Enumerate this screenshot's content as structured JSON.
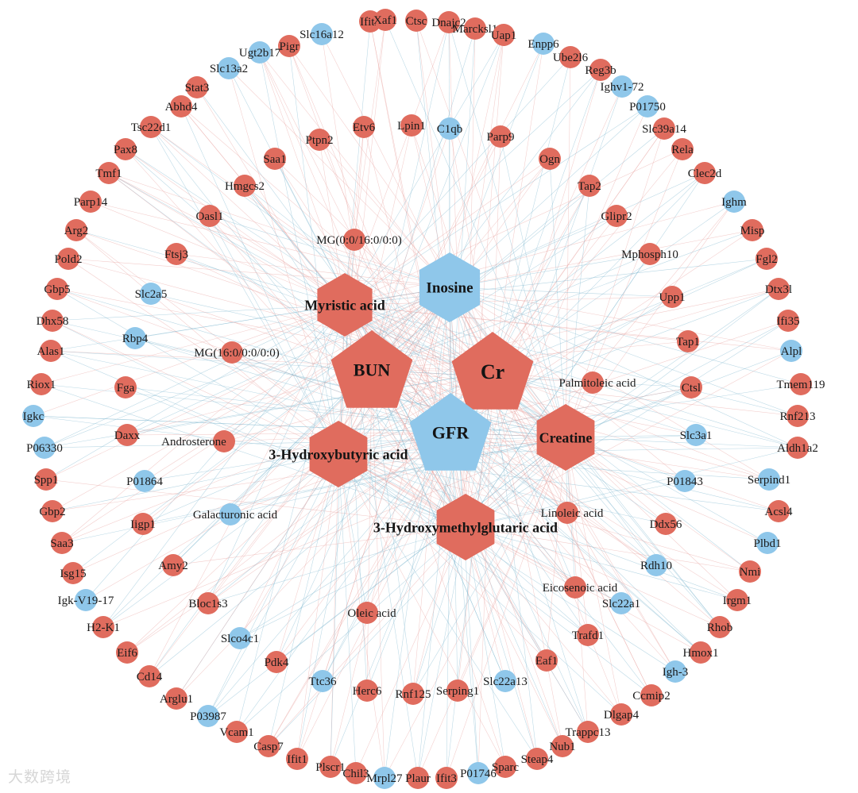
{
  "colors": {
    "red": "#e06c5e",
    "blue": "#8fc7ea",
    "edge_red": "#e8a3a0",
    "edge_blue": "#7fb7cf"
  },
  "watermark": "大数跨境",
  "hubs": [
    {
      "id": "inosine",
      "label": "Inosine",
      "shape": "hexagon",
      "color": "blue"
    },
    {
      "id": "myristic",
      "label": "Myristic acid",
      "shape": "hexagon",
      "color": "red"
    },
    {
      "id": "bun",
      "label": "BUN",
      "shape": "pentagon",
      "color": "red"
    },
    {
      "id": "cr",
      "label": "Cr",
      "shape": "pentagon",
      "color": "red"
    },
    {
      "id": "gfr",
      "label": "GFR",
      "shape": "pentagon",
      "color": "blue"
    },
    {
      "id": "creatine",
      "label": "Creatine",
      "shape": "hexagon",
      "color": "red"
    },
    {
      "id": "hbut",
      "label": "3-Hydroxybutyric acid",
      "shape": "hexagon",
      "color": "red"
    },
    {
      "id": "hmg",
      "label": "3-Hydroxymethylglutaric acid",
      "shape": "hexagon",
      "color": "red"
    }
  ],
  "nodes": [
    {
      "label": "Ifit2",
      "color": "red"
    },
    {
      "label": "Xaf1",
      "color": "red"
    },
    {
      "label": "Ctsc",
      "color": "red"
    },
    {
      "label": "Dnajc2",
      "color": "red"
    },
    {
      "label": "Marcksl1",
      "color": "red"
    },
    {
      "label": "Uap1",
      "color": "red"
    },
    {
      "label": "Slc16a12",
      "color": "blue"
    },
    {
      "label": "Pigr",
      "color": "red"
    },
    {
      "label": "Ugt2b17",
      "color": "blue"
    },
    {
      "label": "Enpp6",
      "color": "blue"
    },
    {
      "label": "Ube2l6",
      "color": "red"
    },
    {
      "label": "Slc13a2",
      "color": "blue"
    },
    {
      "label": "Reg3b",
      "color": "red"
    },
    {
      "label": "Ighv1-72",
      "color": "blue"
    },
    {
      "label": "Stat3",
      "color": "red"
    },
    {
      "label": "Abhd4",
      "color": "red"
    },
    {
      "label": "P01750",
      "color": "blue"
    },
    {
      "label": "Tsc22d1",
      "color": "red"
    },
    {
      "label": "Slc39a14",
      "color": "red"
    },
    {
      "label": "Pax8",
      "color": "red"
    },
    {
      "label": "Rela",
      "color": "red"
    },
    {
      "label": "Tmf1",
      "color": "red"
    },
    {
      "label": "Clec2d",
      "color": "red"
    },
    {
      "label": "Parp14",
      "color": "red"
    },
    {
      "label": "Ighm",
      "color": "blue"
    },
    {
      "label": "Arg2",
      "color": "red"
    },
    {
      "label": "Misp",
      "color": "red"
    },
    {
      "label": "Pold2",
      "color": "red"
    },
    {
      "label": "Fgl2",
      "color": "red"
    },
    {
      "label": "Gbp5",
      "color": "red"
    },
    {
      "label": "Dtx3l",
      "color": "red"
    },
    {
      "label": "Dhx58",
      "color": "red"
    },
    {
      "label": "Ifi35",
      "color": "red"
    },
    {
      "label": "Alas1",
      "color": "red"
    },
    {
      "label": "Alpl",
      "color": "blue"
    },
    {
      "label": "Riox1",
      "color": "red"
    },
    {
      "label": "Tmem119",
      "color": "red"
    },
    {
      "label": "Igkc",
      "color": "blue"
    },
    {
      "label": "Rnf213",
      "color": "red"
    },
    {
      "label": "P06330",
      "color": "blue"
    },
    {
      "label": "Aldh1a2",
      "color": "red"
    },
    {
      "label": "Spp1",
      "color": "red"
    },
    {
      "label": "Serpind1",
      "color": "blue"
    },
    {
      "label": "Gbp2",
      "color": "red"
    },
    {
      "label": "Acsl4",
      "color": "red"
    },
    {
      "label": "Saa3",
      "color": "red"
    },
    {
      "label": "Plbd1",
      "color": "blue"
    },
    {
      "label": "Isg15",
      "color": "red"
    },
    {
      "label": "Nmi",
      "color": "red"
    },
    {
      "label": "Igk-V19-17",
      "color": "blue"
    },
    {
      "label": "Irgm1",
      "color": "red"
    },
    {
      "label": "H2-K1",
      "color": "red"
    },
    {
      "label": "Rhob",
      "color": "red"
    },
    {
      "label": "Eif6",
      "color": "red"
    },
    {
      "label": "Hmox1",
      "color": "red"
    },
    {
      "label": "Cd14",
      "color": "red"
    },
    {
      "label": "Igh-3",
      "color": "blue"
    },
    {
      "label": "Arglu1",
      "color": "red"
    },
    {
      "label": "Ccmip2",
      "color": "red"
    },
    {
      "label": "P03987",
      "color": "blue"
    },
    {
      "label": "Dlgap4",
      "color": "red"
    },
    {
      "label": "Vcam1",
      "color": "red"
    },
    {
      "label": "Trappc13",
      "color": "red"
    },
    {
      "label": "Casp7",
      "color": "red"
    },
    {
      "label": "Nub1",
      "color": "red"
    },
    {
      "label": "Ifit1",
      "color": "red"
    },
    {
      "label": "Steap4",
      "color": "red"
    },
    {
      "label": "Plscr1",
      "color": "red"
    },
    {
      "label": "Sparc",
      "color": "red"
    },
    {
      "label": "Chil3",
      "color": "red"
    },
    {
      "label": "P01746",
      "color": "blue"
    },
    {
      "label": "Mrpl27",
      "color": "blue"
    },
    {
      "label": "Plaur",
      "color": "red"
    },
    {
      "label": "Ifit3",
      "color": "red"
    },
    {
      "label": "Etv6",
      "color": "red"
    },
    {
      "label": "Lpin1",
      "color": "red"
    },
    {
      "label": "C1qb",
      "color": "blue"
    },
    {
      "label": "Parp9",
      "color": "red"
    },
    {
      "label": "Ptpn2",
      "color": "red"
    },
    {
      "label": "Ogn",
      "color": "red"
    },
    {
      "label": "Saa1",
      "color": "red"
    },
    {
      "label": "Hmgcs2",
      "color": "red"
    },
    {
      "label": "Tap2",
      "color": "red"
    },
    {
      "label": "Oasl1",
      "color": "red"
    },
    {
      "label": "Glipr2",
      "color": "red"
    },
    {
      "label": "MG(0:0/16:0/0:0)",
      "color": "red"
    },
    {
      "label": "Ftsj3",
      "color": "red"
    },
    {
      "label": "Mphosph10",
      "color": "red"
    },
    {
      "label": "Slc2a5",
      "color": "blue"
    },
    {
      "label": "Upp1",
      "color": "red"
    },
    {
      "label": "Rbp4",
      "color": "blue"
    },
    {
      "label": "Tap1",
      "color": "red"
    },
    {
      "label": "MG(16:0/0:0/0:0)",
      "color": "red"
    },
    {
      "label": "Fga",
      "color": "red"
    },
    {
      "label": "Palmitoleic acid",
      "color": "red"
    },
    {
      "label": "Ctsl",
      "color": "red"
    },
    {
      "label": "Daxx",
      "color": "red"
    },
    {
      "label": "Androsterone",
      "color": "red"
    },
    {
      "label": "Slc3a1",
      "color": "blue"
    },
    {
      "label": "P01864",
      "color": "blue"
    },
    {
      "label": "P01843",
      "color": "blue"
    },
    {
      "label": "Galacturonic acid",
      "color": "blue"
    },
    {
      "label": "Linoleic acid",
      "color": "red"
    },
    {
      "label": "Iigp1",
      "color": "red"
    },
    {
      "label": "Ddx56",
      "color": "red"
    },
    {
      "label": "Amy2",
      "color": "red"
    },
    {
      "label": "Rdh10",
      "color": "blue"
    },
    {
      "label": "Bloc1s3",
      "color": "red"
    },
    {
      "label": "Eicosenoic acid",
      "color": "red"
    },
    {
      "label": "Slc22a1",
      "color": "blue"
    },
    {
      "label": "Oleic acid",
      "color": "red"
    },
    {
      "label": "Slco4c1",
      "color": "blue"
    },
    {
      "label": "Trafd1",
      "color": "red"
    },
    {
      "label": "Eaf1",
      "color": "red"
    },
    {
      "label": "Pdk4",
      "color": "red"
    },
    {
      "label": "Ttc36",
      "color": "blue"
    },
    {
      "label": "Slc22a13",
      "color": "blue"
    },
    {
      "label": "Herc6",
      "color": "red"
    },
    {
      "label": "Rnf125",
      "color": "red"
    },
    {
      "label": "Serping1",
      "color": "red"
    }
  ]
}
